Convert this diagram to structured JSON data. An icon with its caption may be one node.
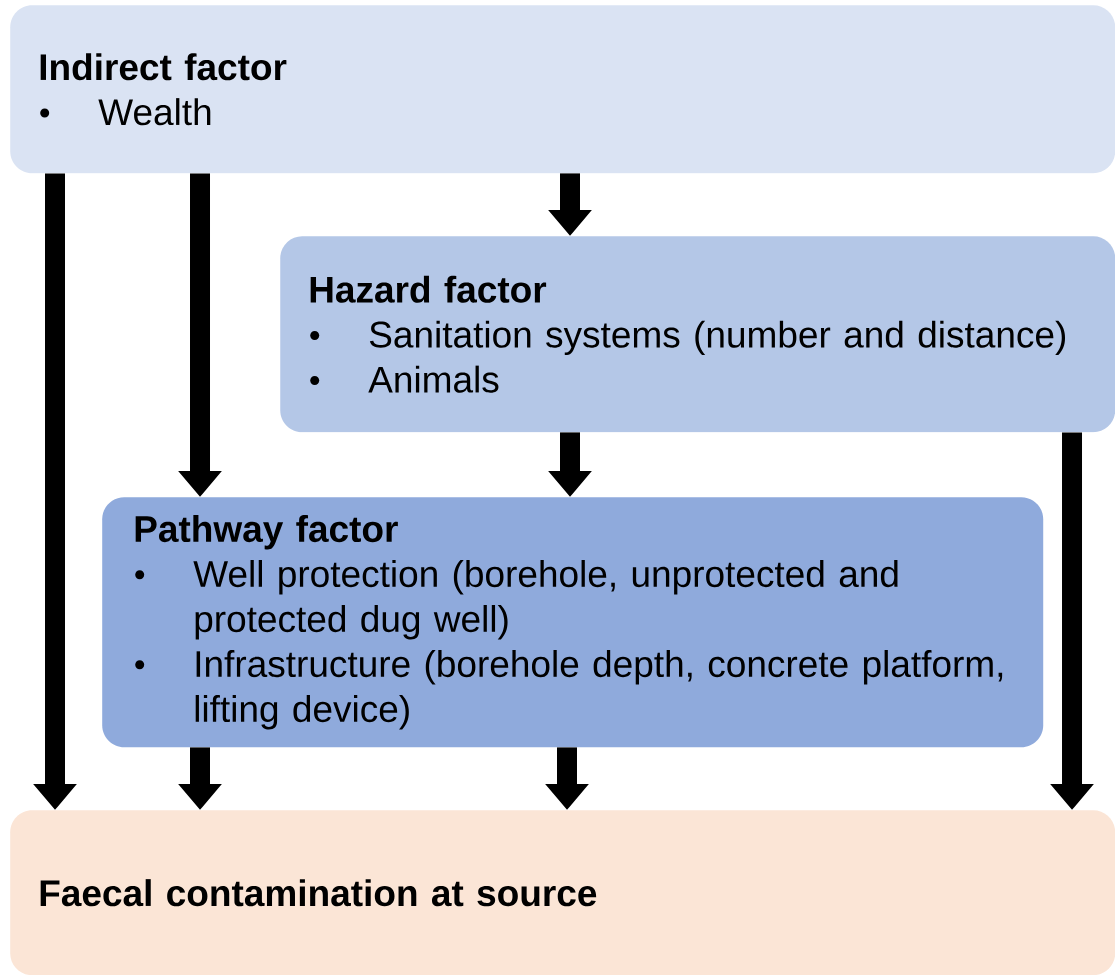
{
  "diagram": {
    "nodes": [
      {
        "text": [
          "Indirect factor",
          "Wealth"
        ]
      },
      {
        "text": [
          "Hazard factor",
          "Sanitation systems (number and distance)",
          "Animals"
        ]
      },
      {
        "text": [
          "Pathway factor",
          "Well protection (borehole, unprotected and protected dug well)",
          "Infrastructure (borehole depth, concrete platform, lifting device)"
        ]
      },
      {
        "text": [
          "Faecal contamination at source"
        ]
      }
    ],
    "edges": [
      {
        "from": 0,
        "to": 3,
        "arrow": "to"
      },
      {
        "from": 0,
        "to": 2,
        "arrow": "to"
      },
      {
        "from": 0,
        "to": 1,
        "arrow": "to"
      },
      {
        "from": 1,
        "to": 2,
        "arrow": "to"
      },
      {
        "from": 1,
        "to": 3,
        "arrow": "to"
      },
      {
        "from": 2,
        "to": 3,
        "arrow": "to"
      },
      {
        "from": 2,
        "to": 3,
        "arrow": "to"
      }
    ]
  }
}
